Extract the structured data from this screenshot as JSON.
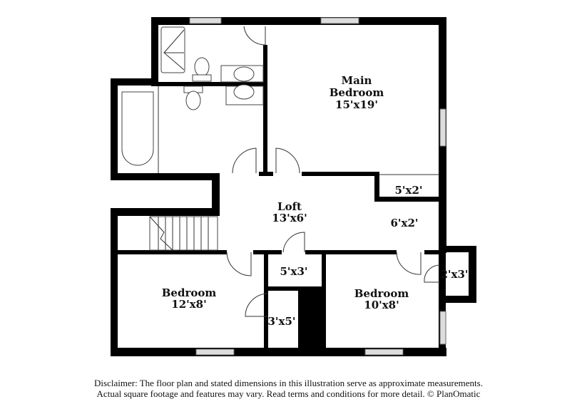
{
  "rooms": {
    "main_bedroom": {
      "name_line1": "Main",
      "name_line2": "Bedroom",
      "size": "15'x19'"
    },
    "loft": {
      "name": "Loft",
      "size": "13'x6'"
    },
    "closet_main": {
      "size": "5'x2'"
    },
    "hall": {
      "size": "6'x2'"
    },
    "closet_hall": {
      "size": "5'x3'"
    },
    "closet_small": {
      "size": "2'x3'"
    },
    "bedroom_left": {
      "name": "Bedroom",
      "size": "12'x8'"
    },
    "closet_left": {
      "size": "3'x5'"
    },
    "bedroom_right": {
      "name": "Bedroom",
      "size": "10'x8'"
    }
  },
  "disclaimer": {
    "line1": "Disclaimer: The floor plan and stated dimensions in this illustration serve as approximate measurements.",
    "line2": "Actual square footage and features may vary. Read terms and conditions for more detail. © PlanOmatic"
  }
}
